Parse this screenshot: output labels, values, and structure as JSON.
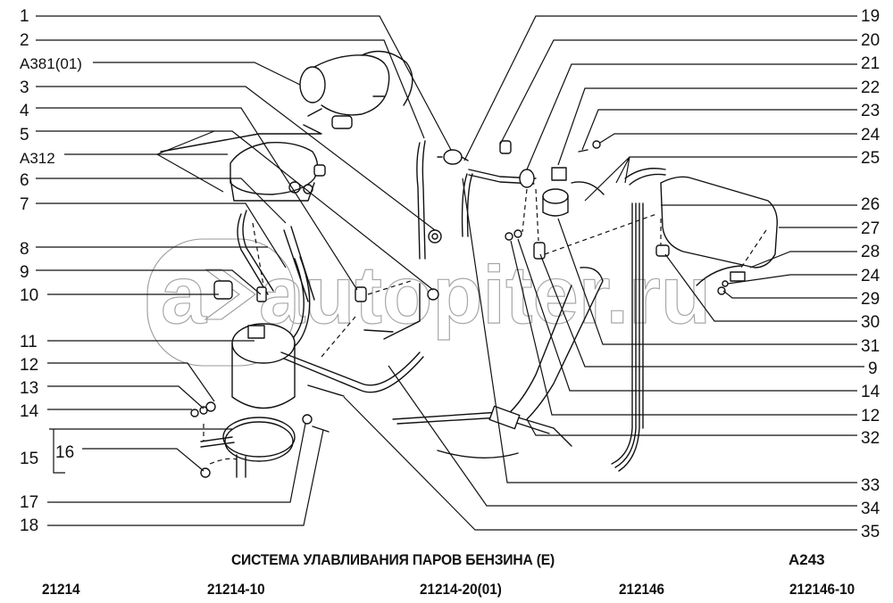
{
  "diagram": {
    "title": "СИСТЕМА УЛАВЛИВАНИЯ ПАРОВ БЕНЗИНА (E)",
    "code": "A243",
    "watermark": "autopiter.ru",
    "left_labels": [
      "1",
      "2",
      "A381(01)",
      "3",
      "4",
      "5",
      "A312",
      "6",
      "7",
      "8",
      "9",
      "10",
      "11",
      "12",
      "13",
      "14",
      "15",
      "16",
      "17",
      "18"
    ],
    "right_labels": [
      "19",
      "20",
      "21",
      "22",
      "23",
      "24",
      "25",
      "26",
      "27",
      "28",
      "24",
      "29",
      "30",
      "31",
      "9",
      "14",
      "12",
      "32",
      "33",
      "34",
      "35"
    ],
    "models": [
      "21214",
      "21214-10",
      "21214-20(01)",
      "212146",
      "212146-10"
    ]
  }
}
